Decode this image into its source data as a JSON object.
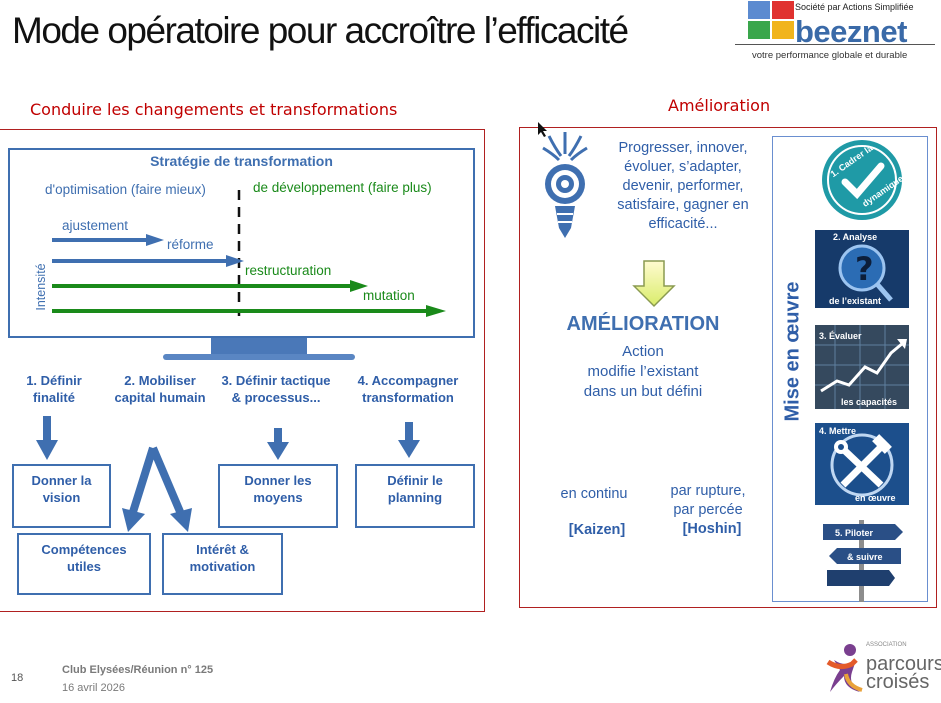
{
  "slide": {
    "title": "Mode opératoire pour accroître l’efficacité",
    "section_left": "Conduire les changements et transformations",
    "section_right": "Amélioration"
  },
  "logo": {
    "company_type": "Société par Actions Simplifiée",
    "name": "beeznet",
    "tagline": "votre performance globale et durable"
  },
  "strategy": {
    "title": "Stratégie de transformation",
    "optimisation": "d'optimisation (faire mieux)",
    "developpement": "de développement (faire plus)",
    "intensite": "Intensité",
    "arrows": [
      {
        "label": "ajustement"
      },
      {
        "label": "réforme"
      },
      {
        "label": "restructuration"
      },
      {
        "label": "mutation"
      }
    ]
  },
  "steps": [
    {
      "num": "1. Définir",
      "sub": "finalité"
    },
    {
      "num": "2. Mobiliser",
      "sub": "capital humain"
    },
    {
      "num": "3. Définir tactique",
      "sub": "& processus..."
    },
    {
      "num": "4. Accompagner",
      "sub": "transformation"
    }
  ],
  "outcomes": {
    "vision": [
      "Donner la",
      "vision"
    ],
    "moyens": [
      "Donner les",
      "moyens"
    ],
    "planning": [
      "Définir le",
      "planning"
    ],
    "competences": [
      "Compétences",
      "utiles"
    ],
    "interet": [
      "Intérêt &",
      "motivation"
    ]
  },
  "amelioration": {
    "progress_lines": [
      "Progresser, innover,",
      "évoluer, s’adapter,",
      "devenir, performer,",
      "satisfaire, gagner en",
      "efficacité..."
    ],
    "heading": "AMÉLIORATION",
    "def_lines": [
      "Action",
      "modifie l’existant",
      "dans un but défini"
    ],
    "continu": "en continu",
    "kaizen": "[Kaizen]",
    "rupture_lines": [
      "par rupture,",
      "par percée"
    ],
    "hoshin": "[Hoshin]",
    "mise_en_oeuvre": "Mise en œuvre"
  },
  "tiles": [
    {
      "label_top": "1. Cadrer la",
      "label_bottom": "dynamique"
    },
    {
      "label_top": "2. Analyse",
      "label_bottom": "de l’existant"
    },
    {
      "label_top": "3. Évaluer",
      "label_bottom": "les capacités"
    },
    {
      "label_top": "4. Mettre",
      "label_bottom": "en œuvre"
    },
    {
      "label_top": "5. Piloter",
      "label_bottom": "& suivre"
    }
  ],
  "footer": {
    "page_number": "18",
    "club": "Club Elysées/Réunion n° 125",
    "date": "16 avril 2026",
    "partner_small": "ASSOCIATION",
    "partner_line1": "parcours",
    "partner_line2": "croisés"
  },
  "colors": {
    "accent_red": "#c00000",
    "primary_blue": "#3f6fb0",
    "green": "#1a8a1a"
  }
}
